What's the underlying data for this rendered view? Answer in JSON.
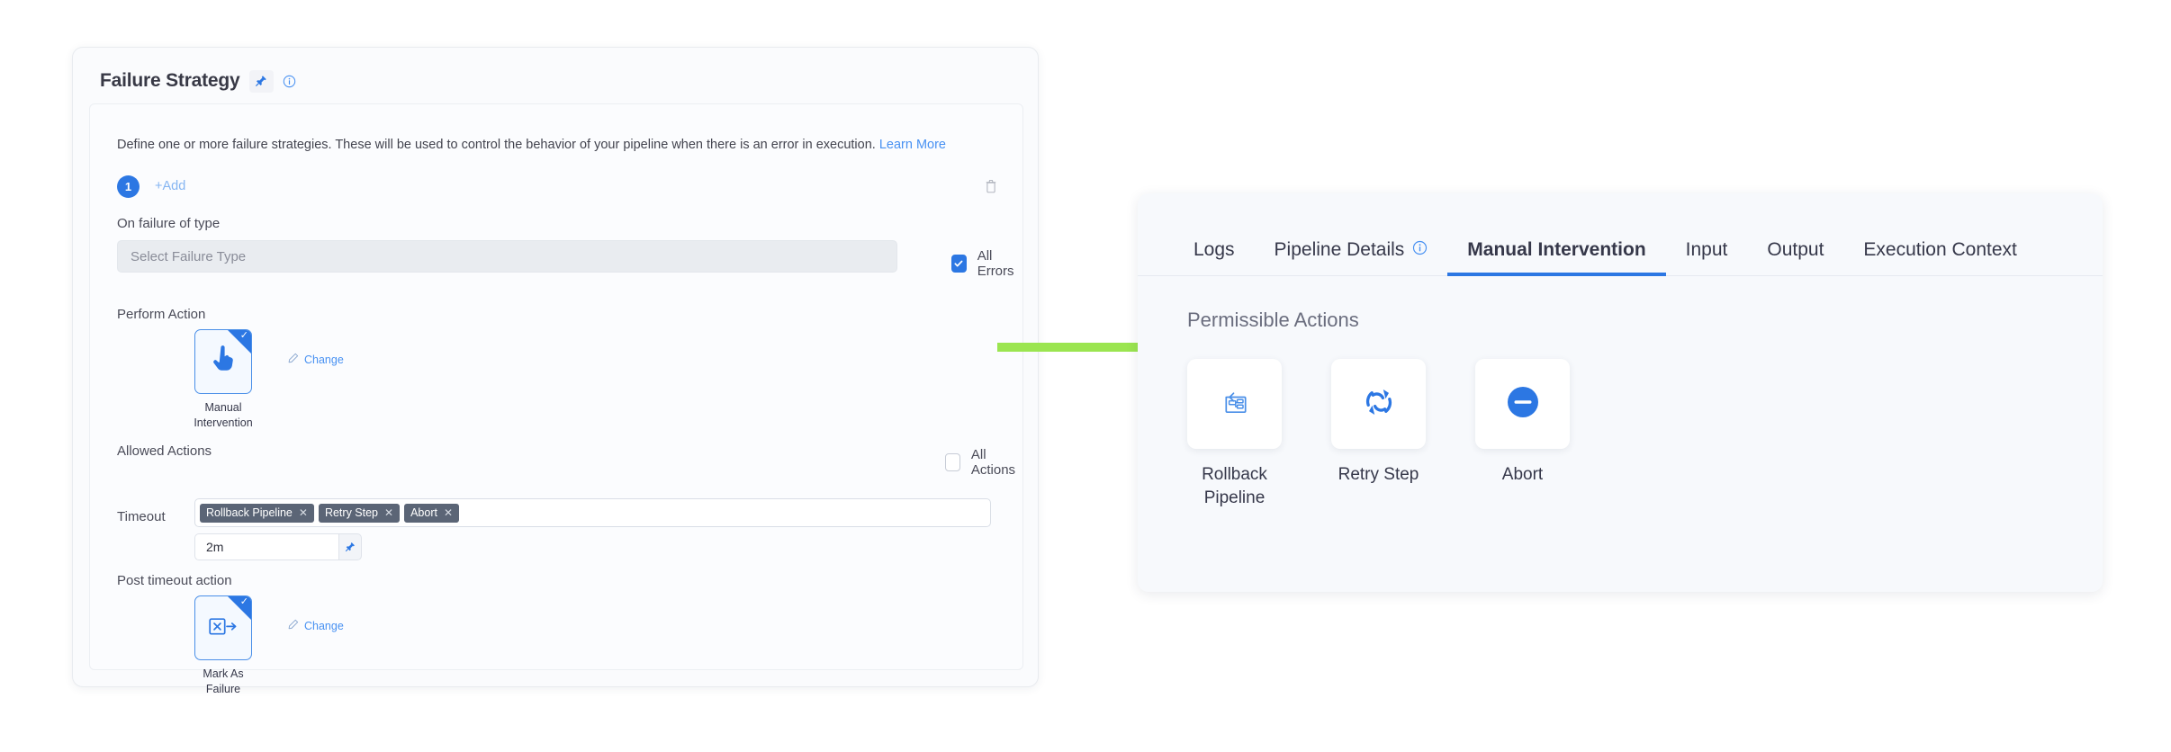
{
  "left_panel": {
    "title": "Failure Strategy",
    "pin_icon": "pin-icon",
    "info_icon": "info-circle-icon",
    "description": "Define one or more failure strategies. These will be used to control the behavior of your pipeline when there is an error in execution.",
    "learn_more": "Learn More",
    "strategy_index": "1",
    "add_label": "+Add",
    "delete_icon": "trash-icon",
    "on_failure_label": "On failure of type",
    "failure_type_placeholder": "Select Failure Type",
    "failure_type_value": "",
    "all_errors_label": "All Errors",
    "all_errors_checked": true,
    "perform_action_label": "Perform Action",
    "perform_action_tile": {
      "icon": "pointing-hand-icon",
      "caption": "Manual Intervention",
      "selected": true,
      "change_label": "Change"
    },
    "allowed_actions_label": "Allowed Actions",
    "allowed_action_tags": [
      "Rollback Pipeline",
      "Retry Step",
      "Abort"
    ],
    "all_actions_label": "All Actions",
    "all_actions_checked": false,
    "timeout_label": "Timeout",
    "timeout_value": "2m",
    "timeout_pin_icon": "pin-icon",
    "post_timeout_label": "Post timeout action",
    "post_timeout_tile": {
      "icon": "mark-as-failure-icon",
      "caption": "Mark As Failure",
      "selected": true,
      "change_label": "Change"
    }
  },
  "annotation": {
    "arrow_color": "#9BE550",
    "arrow_icon": "right-arrow-annotation"
  },
  "right_panel": {
    "tabs": [
      {
        "label": "Logs",
        "active": false,
        "has_info_icon": false
      },
      {
        "label": "Pipeline Details",
        "active": false,
        "has_info_icon": true
      },
      {
        "label": "Manual Intervention",
        "active": true,
        "has_info_icon": false
      },
      {
        "label": "Input",
        "active": false,
        "has_info_icon": false
      },
      {
        "label": "Output",
        "active": false,
        "has_info_icon": false
      },
      {
        "label": "Execution Context",
        "active": false,
        "has_info_icon": false
      }
    ],
    "section_title": "Permissible Actions",
    "actions": [
      {
        "label": "Rollback Pipeline",
        "icon": "rollback-pipeline-icon"
      },
      {
        "label": "Retry Step",
        "icon": "retry-step-icon"
      },
      {
        "label": "Abort",
        "icon": "abort-minus-circle-icon"
      }
    ]
  },
  "colors": {
    "accent_blue": "#2c77e3",
    "link_blue": "#4891f2",
    "tag_gray": "#5b6576",
    "annotation_green": "#9BE550"
  }
}
